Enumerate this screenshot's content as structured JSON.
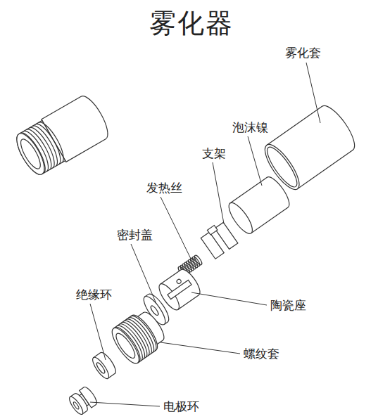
{
  "diagram": {
    "title": "雾化器",
    "labels": [
      "雾化套",
      "泡沫镍",
      "支架",
      "发热丝",
      "密封盖",
      "绝缘环",
      "陶瓷座",
      "螺纹套",
      "电极环"
    ]
  }
}
